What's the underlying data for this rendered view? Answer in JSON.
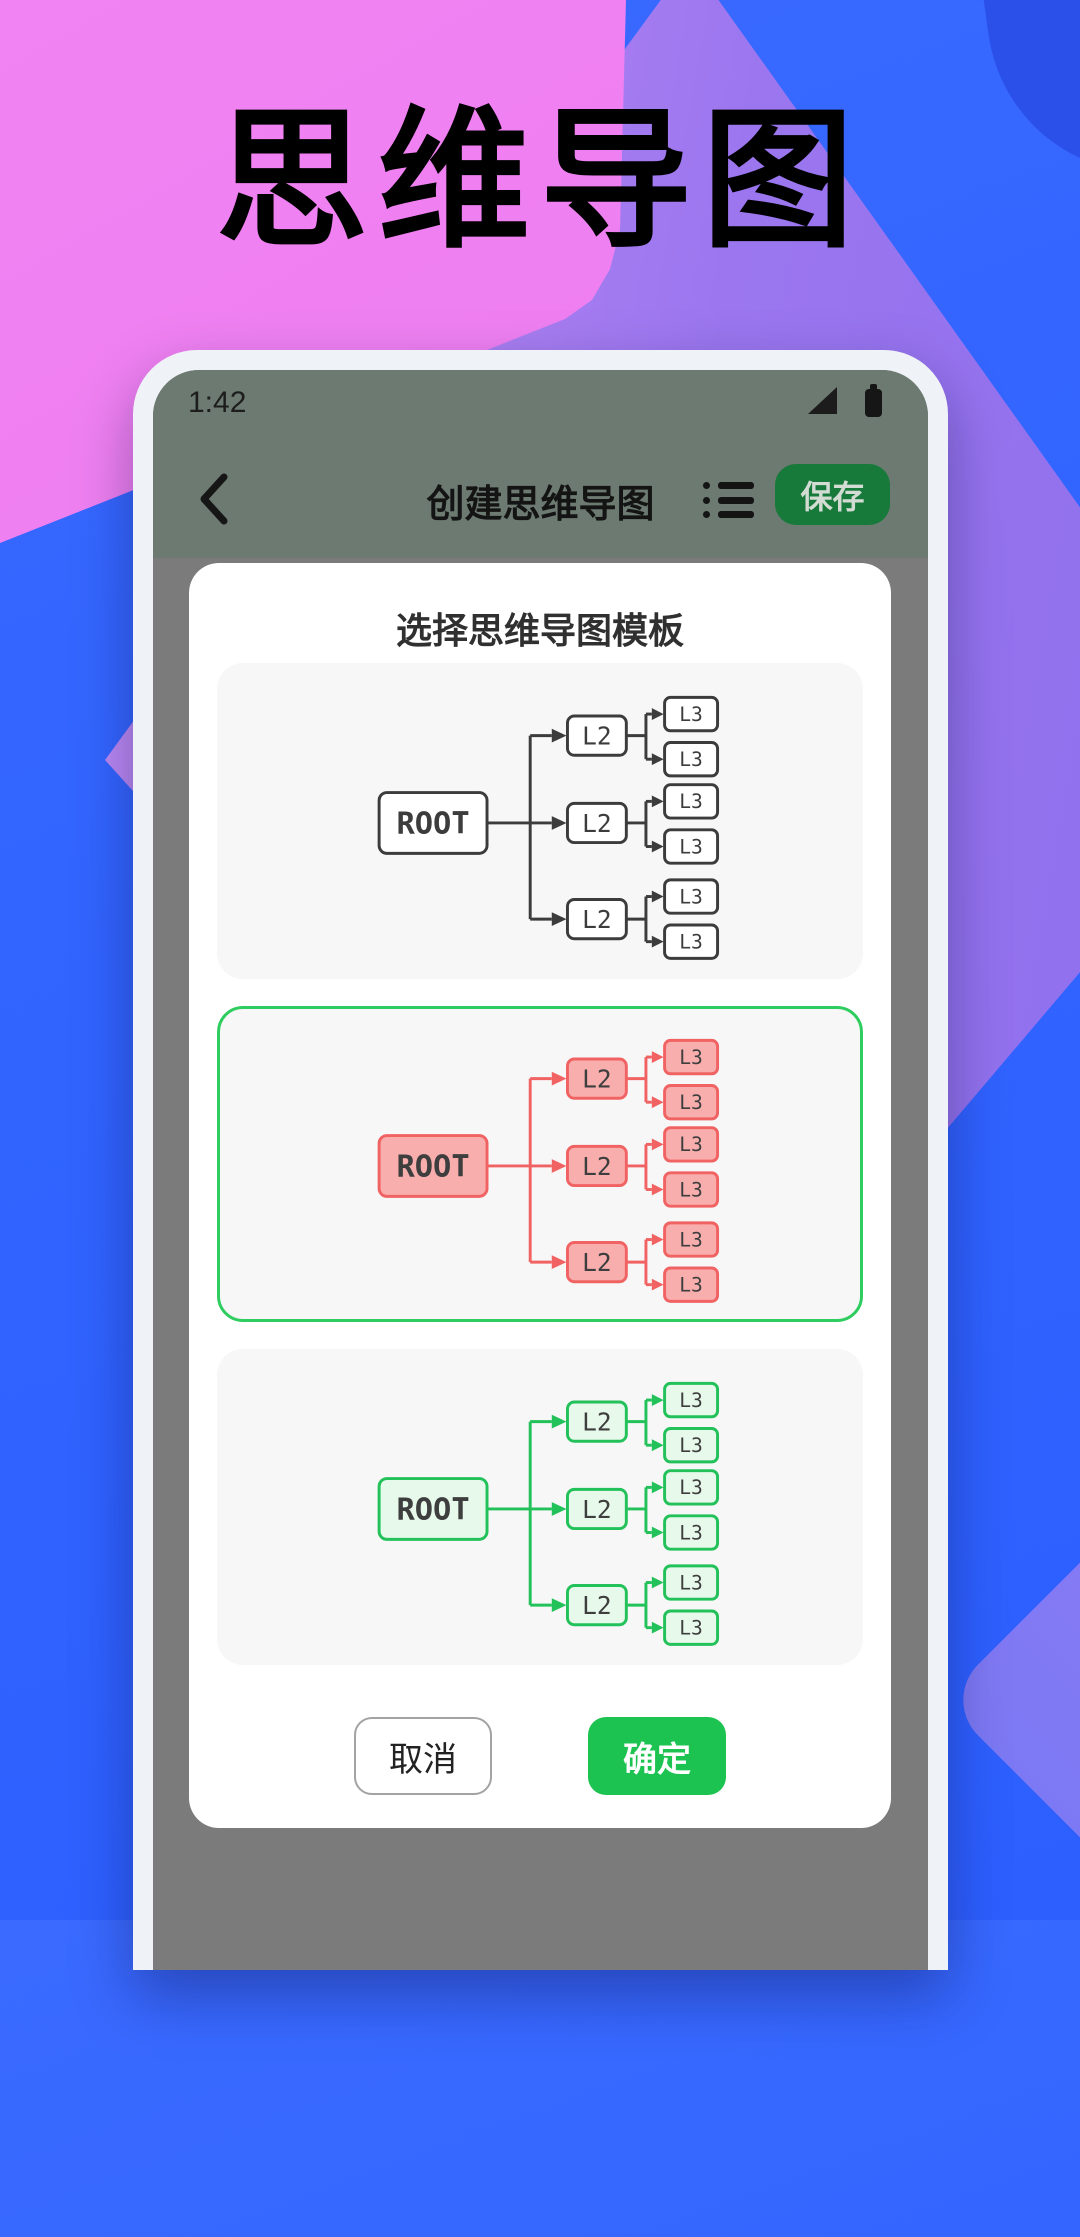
{
  "background": {
    "app_title": "思维导图",
    "colors": {
      "base_blue": "#3164ff",
      "pink": "#ee7ef1",
      "lavender": "#9b76ef",
      "purple_diamond": "#8d7af2"
    }
  },
  "phone": {
    "status_bar": {
      "time": "1:42"
    },
    "nav_bar": {
      "title": "创建思维导图",
      "save_label": "保存"
    },
    "modal": {
      "title": "选择思维导图模板",
      "templates": [
        {
          "name": "dark",
          "selected": false,
          "root": "ROOT",
          "l2": "L2",
          "l3": "L3",
          "line_color": "#3c3c3c",
          "box_fill": "#ffffff",
          "text_color": "#3c3c3c"
        },
        {
          "name": "red",
          "selected": true,
          "root": "ROOT",
          "l2": "L2",
          "l3": "L3",
          "line_color": "#f16363",
          "box_fill": "#f9aeae",
          "text_color": "#3e3e3e"
        },
        {
          "name": "green",
          "selected": false,
          "root": "ROOT",
          "l2": "L2",
          "l3": "L3",
          "line_color": "#23c159",
          "box_fill": "#e7f9eb",
          "text_color": "#3e3e3e"
        }
      ],
      "selected_border_color": "#2fcd5f",
      "cancel_label": "取消",
      "confirm_label": "确定"
    },
    "colors": {
      "appbar_bg": "#6c7a71",
      "dim_bg": "#7b7b7b",
      "save_button_green": "#17793a",
      "confirm_button_green": "#1dc351"
    }
  }
}
